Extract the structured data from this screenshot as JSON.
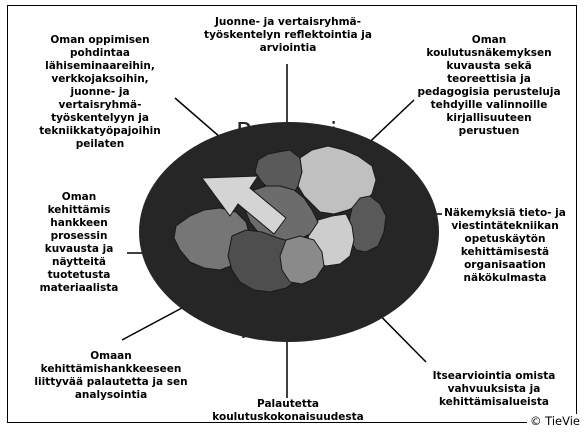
{
  "center": {
    "title_top": "Prosessi-",
    "title_bottom": "portfolio"
  },
  "labels": {
    "top": "Juonne- ja vertaisryhmä-\ntyöskentelyn reflektointia ja\narviointia",
    "top_left": "Oman oppimisen\npohdintaa\nlähiseminaareihin,\nverkkojaksoihin,\njuonne- ja\nvertaisryhmä-\ntyöskentelyyn ja\ntekniikkatyöpajoihin\npeilaten",
    "top_right": "Oman\nkoulutusnäkemyksen\nkuvausta sekä\nteoreettisia ja\npedagogisia perusteluja\ntehdyille valinnoille\nkirjallisuuteen\nperustuen",
    "left": "Oman\nkehittämis\nhankkeen\nprosessin\nkuvausta ja\nnäytteitä\ntuotetusta\nmateriaalista",
    "right": "Näkemyksiä tieto- ja\nviestintätekniikan\nopetuskäytön\nkehittämisestä\norganisaation\nnäkökulmasta",
    "bottom_left": "Omaan\nkehittämishankkeeseen\nliittyvää palautetta ja sen\nanalysointia",
    "bottom": "Palautetta\nkoulutuskokonaisuudesta",
    "bottom_right": "Itsearviointia omista\nvahvuuksista ja\nkehittämisalueista"
  },
  "credit": "© TieVie",
  "colors": {
    "ellipse": "#262626",
    "piece_light": "#c8c8c8",
    "piece_mid": "#8c8c8c",
    "piece_dark": "#5a5a5a",
    "piece_darker": "#4a4a4a",
    "arrow": "#d4d4d4",
    "line": "#000000"
  }
}
